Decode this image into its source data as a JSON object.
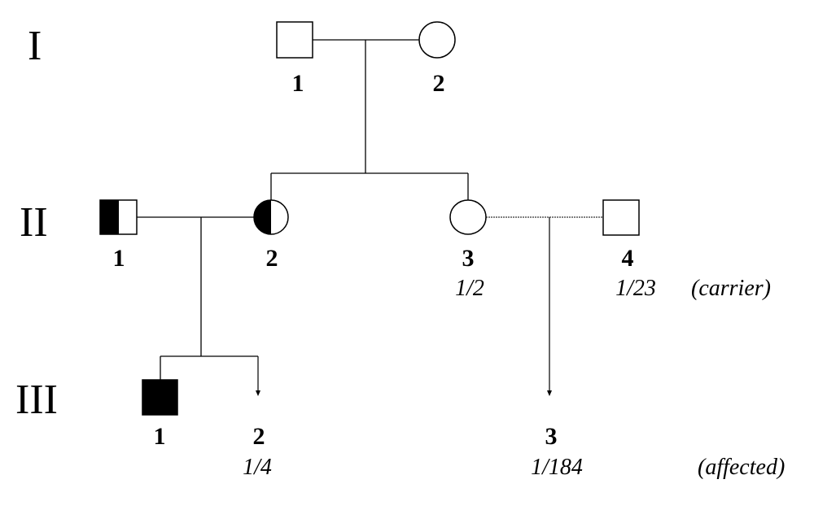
{
  "generations": {
    "g1": "I",
    "g2": "II",
    "g3": "III"
  },
  "individuals": {
    "I1": {
      "number": "1",
      "sex": "male",
      "status": "unaffected"
    },
    "I2": {
      "number": "2",
      "sex": "female",
      "status": "unaffected"
    },
    "II1": {
      "number": "1",
      "sex": "male",
      "status": "carrier"
    },
    "II2": {
      "number": "2",
      "sex": "female",
      "status": "carrier"
    },
    "II3": {
      "number": "3",
      "sex": "female",
      "status": "unaffected",
      "probability": "1/2"
    },
    "II4": {
      "number": "4",
      "sex": "male",
      "status": "unaffected",
      "probability": "1/23"
    },
    "III1": {
      "number": "1",
      "sex": "male",
      "status": "affected"
    },
    "III2": {
      "number": "2",
      "sex": "unknown",
      "status": "prospective",
      "probability": "1/4"
    },
    "III3": {
      "number": "3",
      "sex": "unknown",
      "status": "prospective",
      "probability": "1/184"
    }
  },
  "notes": {
    "carrier": "(carrier)",
    "affected": "(affected)"
  },
  "colors": {
    "line": "#000000",
    "fill": "#000000",
    "background": "#ffffff"
  }
}
